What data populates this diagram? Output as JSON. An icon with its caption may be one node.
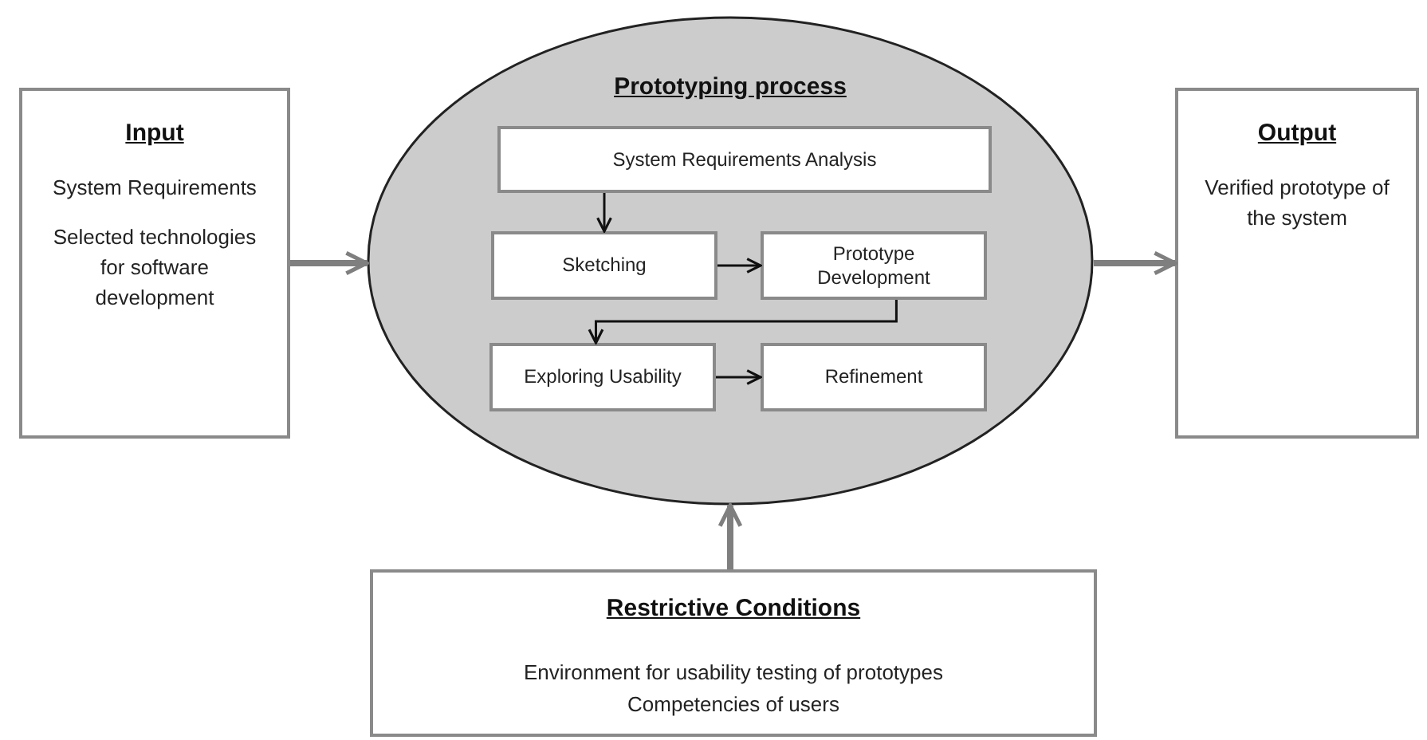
{
  "diagram": {
    "nodes": [
      {
        "text": [
          "Input",
          "System Requirements",
          "Selected technologies for software development"
        ]
      },
      {
        "text": [
          "Prototyping process"
        ]
      },
      {
        "text": [
          "System Requirements Analysis"
        ],
        "in": 1
      },
      {
        "text": [
          "Sketching"
        ],
        "in": 1
      },
      {
        "text": [
          "Prototype Development"
        ],
        "in": 1
      },
      {
        "text": [
          "Exploring Usability"
        ],
        "in": 1
      },
      {
        "text": [
          "Refinement"
        ],
        "in": 1
      },
      {
        "text": [
          "Output",
          "Verified prototype of the system"
        ]
      },
      {
        "text": [
          "Restrictive Conditions",
          "Environment for usability testing of prototypes",
          "Competencies of users"
        ]
      }
    ],
    "edges": [
      {
        "from": 0,
        "to": 1,
        "arrow": "to",
        "style": "thick",
        "color": "#7f7f7f"
      },
      {
        "from": 1,
        "to": 7,
        "arrow": "to",
        "style": "thick",
        "color": "#7f7f7f"
      },
      {
        "from": 8,
        "to": 1,
        "arrow": "to",
        "style": "thick",
        "color": "#7f7f7f"
      },
      {
        "from": 2,
        "to": 3,
        "arrow": "to"
      },
      {
        "from": 3,
        "to": 4,
        "arrow": "to"
      },
      {
        "from": 4,
        "to": 5,
        "arrow": "to"
      },
      {
        "from": 5,
        "to": 6,
        "arrow": "to"
      }
    ]
  }
}
